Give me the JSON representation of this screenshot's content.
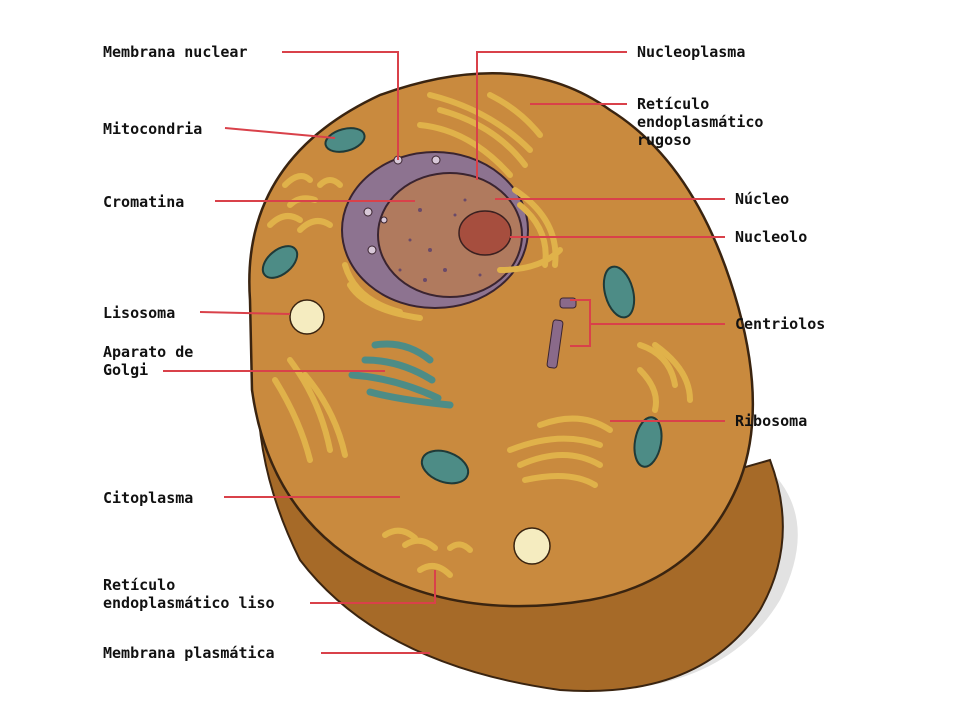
{
  "colors": {
    "cytoplasm": "#C98A3E",
    "cell_shadow": "#A66A28",
    "nuclear_membrane": "#8D7390",
    "nucleus": "#B07A5E",
    "nucleolus": "#A64E3E",
    "organelle_teal": "#4D8C86",
    "reticulum": "#E0B24A",
    "lysosome": "#F5ECC0",
    "leader_line": "#D9414A",
    "shadow": "#E2E2E2"
  },
  "labels": {
    "membrana_nuclear": "Membrana nuclear",
    "mitocondria": "Mitocondria",
    "cromatina": "Cromatina",
    "lisosoma": "Lisosoma",
    "aparato_golgi": [
      "Aparato de",
      "Golgi"
    ],
    "citoplasma": "Citoplasma",
    "reticulo_liso": [
      "Retículo",
      "endoplasmático liso"
    ],
    "membrana_plasmatica": "Membrana plasmática",
    "nucleoplasma": "Nucleoplasma",
    "reticulo_rugoso": [
      "Retículo",
      "endoplasmático",
      "rugoso"
    ],
    "nucleo": "Núcleo",
    "nucleolo": "Nucleolo",
    "centriolos": "Centriolos",
    "ribosoma": "Ribosoma"
  }
}
